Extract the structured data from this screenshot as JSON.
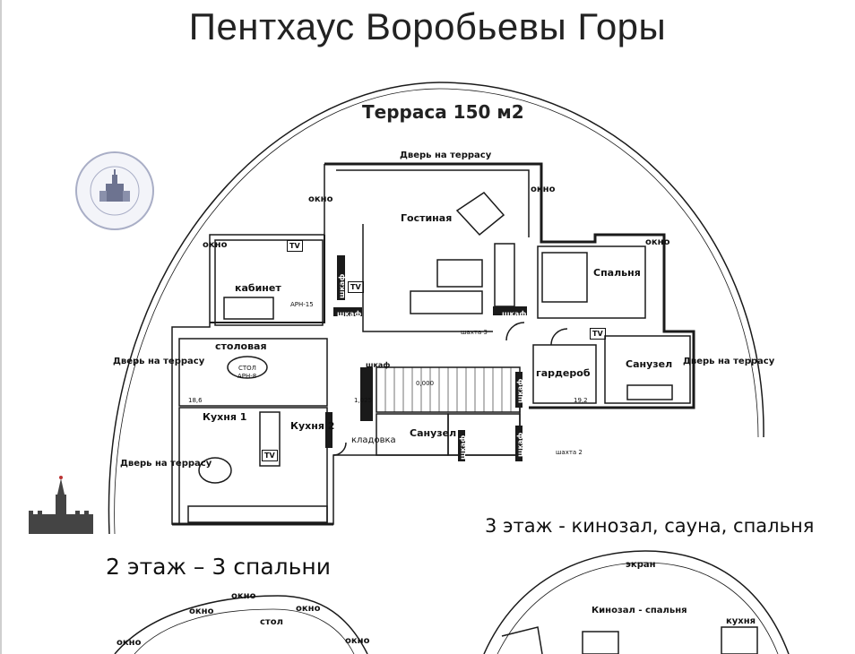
{
  "title": "Пентхаус Воробьевы Горы",
  "terrace_title": "Терраса 150 м2",
  "floor2_caption": "2 этаж – 3 спальни",
  "floor3_caption": "3 этаж - кинозал, сауна, спальня",
  "labels": {
    "door_top": "Дверь на террасу",
    "door_left_upper": "Дверь на террасу",
    "door_left_lower": "Дверь на террасу",
    "door_right": "Дверь на террасу",
    "window_1": "окно",
    "window_2": "окно",
    "window_3": "окно",
    "living": "Гостиная",
    "bedroom": "Спальня",
    "study": "кабинет",
    "dining": "столовая",
    "kitchen1": "Кухня 1",
    "kitchen2": "Кухня 2",
    "pantry": "кладовка",
    "bathroom1": "Санузел",
    "bathroom2": "Санузел",
    "wardrobe": "гардероб",
    "closet_1": "шкаф",
    "closet_2": "шкаф",
    "closet_3": "шкаф",
    "closet_4": "шкаф",
    "closet_5": "шкаф",
    "closet_6": "шкаф",
    "closet_7": "шкаф",
    "tv_1": "TV",
    "tv_2": "TV",
    "tv_3": "TV",
    "tv_4": "TV",
    "table_label": "СТОЛ",
    "tag_study": "АРН-15",
    "tag_table": "АРН-8",
    "tag_stair": "0,000",
    "tag_area": "1,025",
    "tag_18": "18,6",
    "tag_19": "19,2",
    "tag_shaft": "шахта 3",
    "tag_shaft2": "шахта 2"
  },
  "floor2_preview": {
    "window_1": "окно",
    "window_2": "окно",
    "window_3": "окно",
    "window_4": "окно",
    "window_5": "окно",
    "table": "стол"
  },
  "floor3_preview": {
    "screen": "экран",
    "cinema": "Кинозал - спальня",
    "kitchen": "кухня"
  },
  "colors": {
    "line": "#1a1a1a",
    "logo_ring": "#a9aec6",
    "kremlin": "#444444"
  },
  "icons": [
    "university-logo-icon",
    "kremlin-tower-icon"
  ]
}
